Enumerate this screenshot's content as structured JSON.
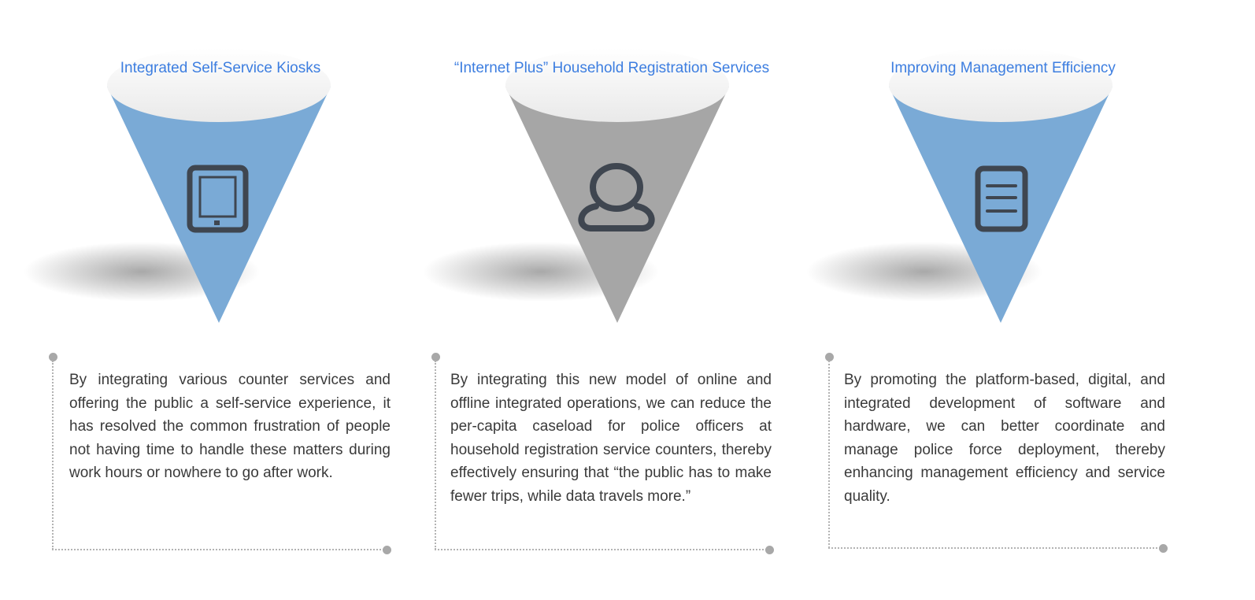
{
  "columns": [
    {
      "title": "Integrated Self-Service Kiosks",
      "icon": "tablet-icon",
      "cone_color": "#7aaad6",
      "description": "By integrating various counter services and offering the public a self-service experience, it has resolved the common frustration of people not having time to handle these matters during work hours or nowhere to go after work."
    },
    {
      "title": "“Internet Plus” Household Registration Services",
      "icon": "user-icon",
      "cone_color": "#a6a6a6",
      "description": "By integrating this new model of online and offline integrated operations, we can reduce the per-capita caseload for police officers at household registration service counters, thereby effectively ensuring that “the public has to make fewer trips, while data travels more.”"
    },
    {
      "title": "Improving Management Efficiency",
      "icon": "document-icon",
      "cone_color": "#7aaad6",
      "description": "By promoting the platform-based, digital, and integrated development of software and hardware, we can better coordinate and manage police force deployment, thereby enhancing management efficiency and service quality."
    }
  ],
  "colors": {
    "title": "#3d7ee0",
    "text": "#3a3a3a",
    "icon": "#3f4650",
    "bracket": "#b3b3b3"
  }
}
